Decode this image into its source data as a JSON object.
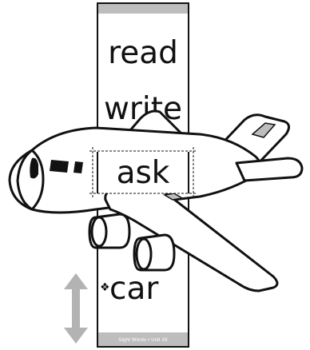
{
  "words": {
    "read": "read",
    "write": "write",
    "ask": "ask",
    "car": "car",
    "bullet": "❖"
  },
  "footer": {
    "label": "Sight Words • Unit 28"
  },
  "icons": {
    "airplane": "airplane-icon",
    "arrow": "up-down-arrow-icon"
  },
  "colors": {
    "strip_cap": "#bdbdbd",
    "arrow": "#b3b3b3",
    "ink": "#111111"
  }
}
